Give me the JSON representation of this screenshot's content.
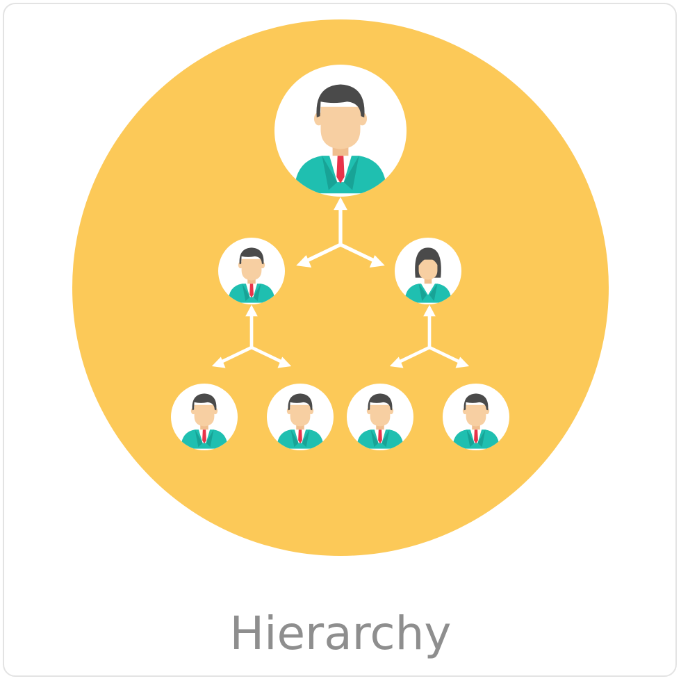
{
  "caption": "Hierarchy",
  "icons": {
    "background": "yellow-circle-icon",
    "person": "businessman-avatar-icon",
    "woman": "businesswoman-avatar-icon",
    "connector": "three-way-arrow-icon"
  },
  "colors": {
    "disc": "#FCC958",
    "avatar_bg": "#FFFFFF",
    "hair": "#4A4A4A",
    "skin": "#F7CFA2",
    "suit": "#1FBFB0",
    "suit_shadow": "#18A396",
    "shirt": "#FFFFFF",
    "tie": "#E8334A",
    "arrow": "#FFFFFF",
    "caption": "#8E8E8E",
    "border": "#E3E3E3"
  },
  "org_chart": {
    "top": "person",
    "level_2": [
      "person",
      "woman"
    ],
    "level_3": [
      "person",
      "person",
      "person",
      "person"
    ]
  }
}
